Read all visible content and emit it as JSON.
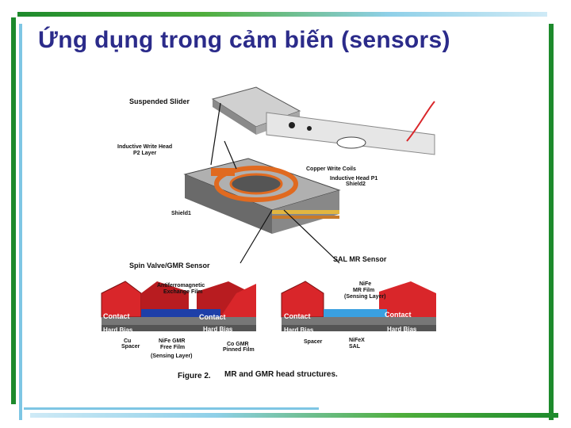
{
  "slide": {
    "title": "Ứng dụng trong cảm biến (sensors)"
  },
  "figure": {
    "labels": {
      "suspended_slider": "Suspended Slider",
      "write_head_1": "Inductive Write Head",
      "write_head_2": "P2 Layer",
      "copper_coils": "Copper Write Coils",
      "inductive_p1": "Inductive Head P1",
      "shield2": "Shield2",
      "shield1": "Shield1",
      "spin_valve": "Spin Valve/GMR Sensor",
      "sal_mr": "SAL MR Sensor",
      "afm_1": "Antiferromagnetic",
      "afm_2": "Exchange Film",
      "nife_1": "NiFe",
      "nife_2": "MR Film",
      "nife_3": "(Sensing Layer)",
      "contact": "Contact",
      "hard_bias": "Hard Bias",
      "cu": "Cu",
      "spacer": "Spacer",
      "nife_gmr_1": "NiFe GMR",
      "nife_gmr_2": "Free Film",
      "nife_gmr_3": "(Sensing Layer)",
      "co_gmr_1": "Co GMR",
      "co_gmr_2": "Pinned Film",
      "spacer_r": "Spacer",
      "nifex": "NiFeX",
      "sal": "SAL",
      "caption_fig": "Figure 2.",
      "caption_text": "MR and GMR head structures."
    }
  },
  "colors": {
    "title": "#2b2b8a",
    "contact_red": "#d9262a",
    "sensor_blue": "#1e3fa8",
    "sensor_lightblue": "#3aa0e0",
    "frame_green": "#1d8a2c"
  }
}
